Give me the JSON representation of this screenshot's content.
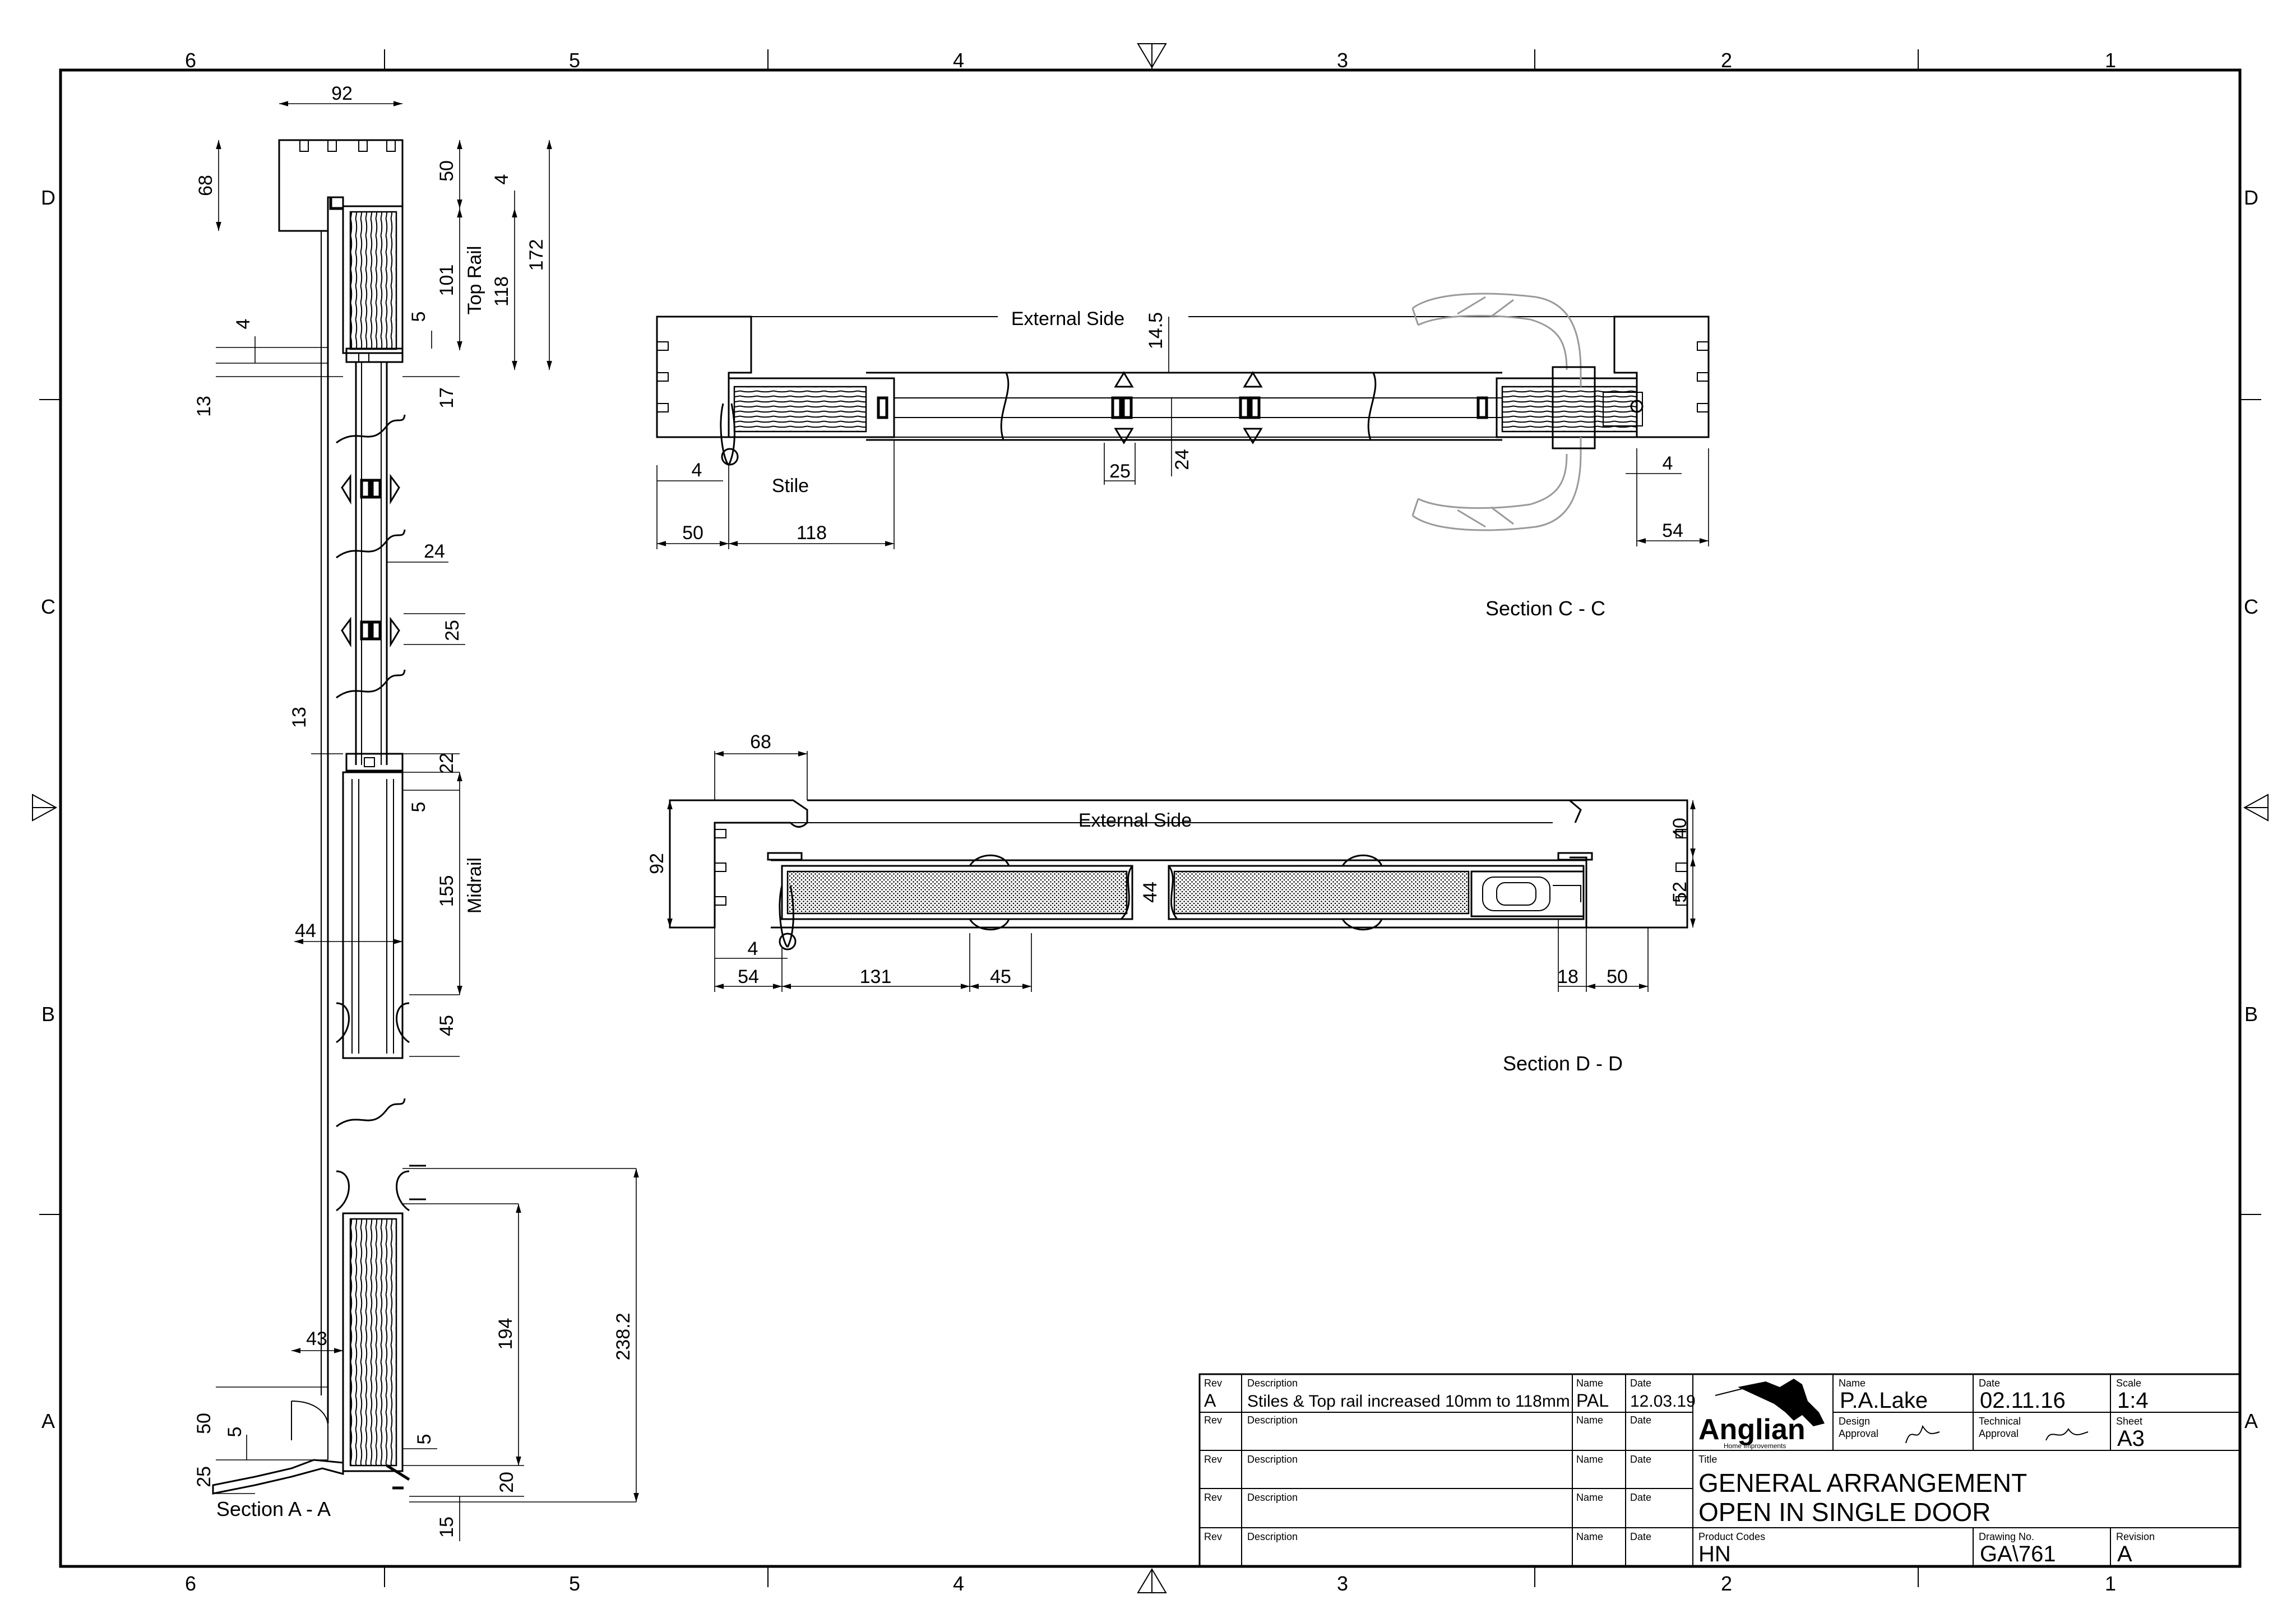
{
  "border": {
    "top_zones": [
      "6",
      "5",
      "4",
      "3",
      "2",
      "1"
    ],
    "bottom_zones": [
      "6",
      "5",
      "4",
      "3",
      "2",
      "1"
    ],
    "left_rows": [
      "D",
      "C",
      "B",
      "A"
    ],
    "right_rows": [
      "D",
      "C",
      "B",
      "A"
    ]
  },
  "section_aa": {
    "caption": "Section A - A",
    "dims": {
      "d92": "92",
      "d68": "68",
      "d50top": "50",
      "d4top": "4",
      "d172": "172",
      "d101": "101",
      "top_rail": "Top Rail",
      "d118": "118",
      "d4a": "4",
      "d5a": "5",
      "d13a": "13",
      "d17": "17",
      "d24": "24",
      "d25": "25",
      "d13b": "13",
      "d22": "22",
      "d5b": "5",
      "d155": "155",
      "midrail": "Midrail",
      "d44": "44",
      "d45": "45",
      "d43": "43",
      "d194": "194",
      "d238": "238.2",
      "d50bot": "50",
      "d5c": "5",
      "d25b": "25",
      "d5d": "5",
      "d20": "20",
      "d15": "15"
    }
  },
  "section_cc": {
    "caption": "Section C - C",
    "external_side": "External Side",
    "stile": "Stile",
    "dims": {
      "d14_5": "14.5",
      "d4": "4",
      "d50": "50",
      "d118": "118",
      "d25": "25",
      "d24": "24",
      "d4r": "4",
      "d54": "54"
    }
  },
  "section_dd": {
    "caption": "Section D - D",
    "external_side": "External Side",
    "dims": {
      "d68": "68",
      "d92": "92",
      "d44": "44",
      "d4": "4",
      "d54": "54",
      "d131": "131",
      "d45": "45",
      "d18": "18",
      "d50": "50",
      "d40": "40",
      "d52": "52"
    }
  },
  "title_block": {
    "rev_header": "Rev",
    "desc_header": "Description",
    "name_header": "Name",
    "date_header": "Date",
    "rev_a": "A",
    "rev_a_desc": "Stiles & Top rail increased 10mm to 118mm",
    "rev_a_name": "PAL",
    "rev_a_date": "12.03.19",
    "logo_text": "Anglian",
    "logo_sub": "Home Improvements",
    "name_label": "Name",
    "name_value": "P.A.Lake",
    "date_label": "Date",
    "date_value": "02.11.16",
    "scale_label": "Scale",
    "scale_value": "1:4",
    "design_label_1": "Design",
    "design_label_2": "Approval",
    "technical_label_1": "Technical",
    "technical_label_2": "Approval",
    "sheet_label": "Sheet",
    "sheet_value": "A3",
    "title_label": "Title",
    "title_line1": "GENERAL ARRANGEMENT",
    "title_line2": "OPEN IN SINGLE DOOR",
    "product_codes_label": "Product Codes",
    "product_codes_value": "HN",
    "drawing_no_label": "Drawing No.",
    "drawing_no_value": "GA\\761",
    "revision_label": "Revision",
    "revision_value": "A"
  }
}
